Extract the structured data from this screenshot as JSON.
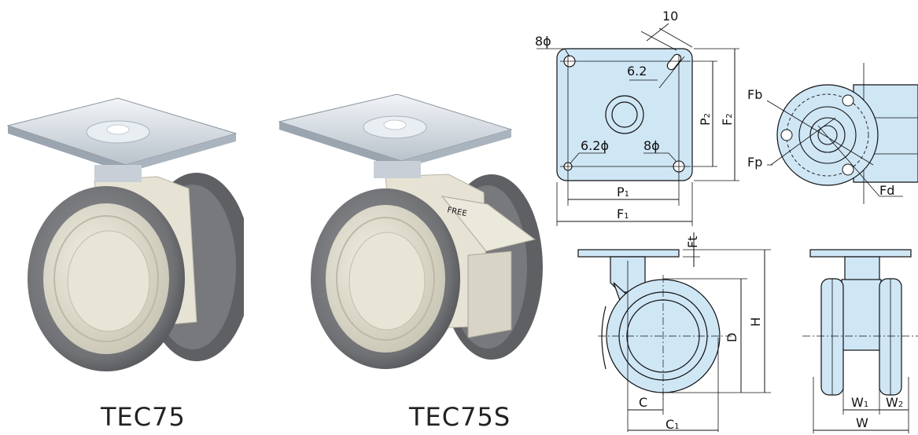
{
  "products": [
    {
      "caption": "TEC75"
    },
    {
      "caption": "TEC75S",
      "pedal_text": "FREE"
    }
  ],
  "top_view": {
    "hole_large": "8ϕ",
    "slot_length": "10",
    "slot_width": "6.2",
    "hole_small": "6.2ϕ",
    "hole_large_2": "8ϕ",
    "p1": "P",
    "p1_sub": "1",
    "f1": "F",
    "f1_sub": "1",
    "p2": "P",
    "p2_sub": "2",
    "f2": "F",
    "f2_sub": "2"
  },
  "round_view": {
    "fb": "Fb",
    "fp": "Fp",
    "fd": "Fd"
  },
  "side_view": {
    "ft": "Ft",
    "h": "H",
    "d": "D",
    "c": "C",
    "c1": "C",
    "c1_sub": "1"
  },
  "front_view": {
    "w": "W",
    "w1": "W",
    "w1_sub": "1",
    "w2": "W",
    "w2_sub": "2"
  },
  "colors": {
    "part_fill": "#cfe6f5",
    "wheel_tread": "#7b7d80",
    "wheel_hub": "#e4e1d2",
    "plate": "#dfe5ea"
  }
}
